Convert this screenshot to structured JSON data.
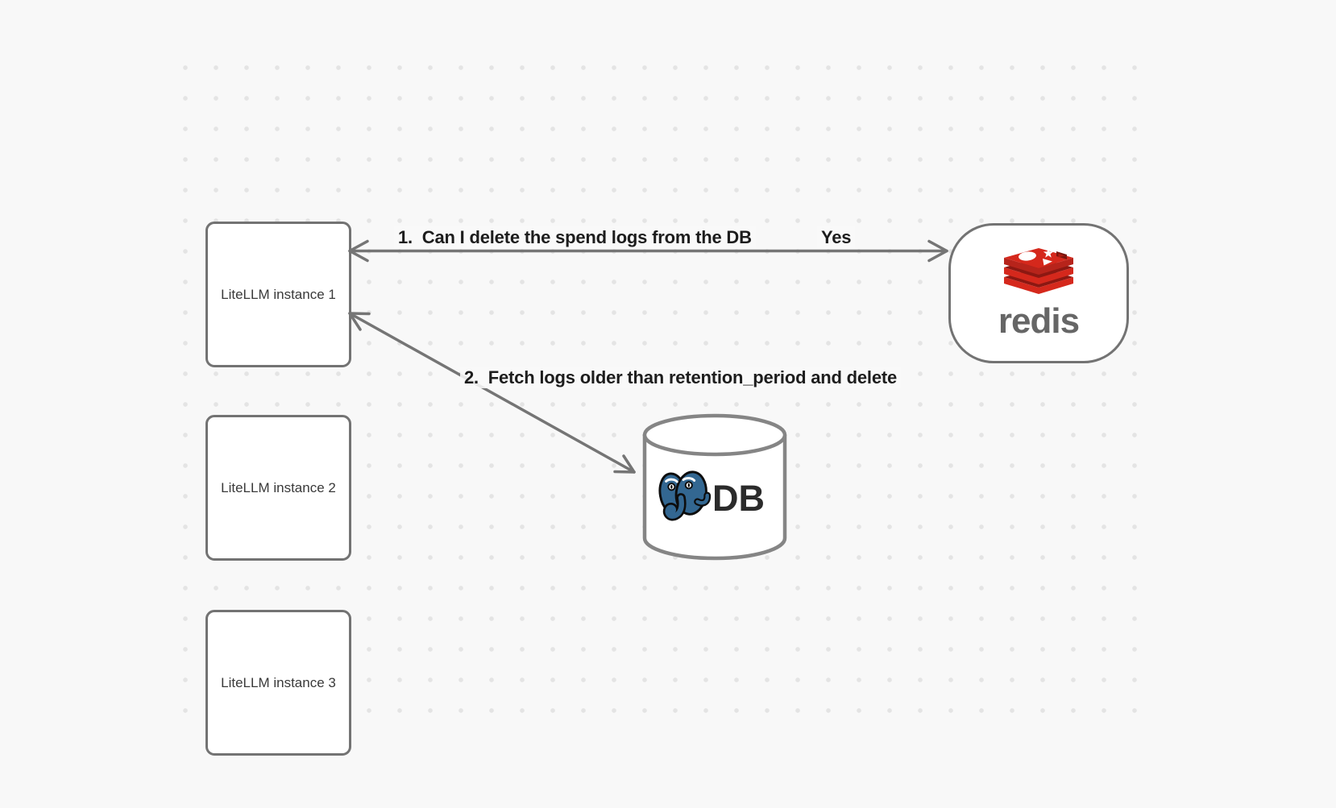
{
  "diagram": {
    "instances": [
      {
        "label": "LiteLLM instance 1"
      },
      {
        "label": "LiteLLM instance 2"
      },
      {
        "label": "LiteLLM instance 3"
      }
    ],
    "redis": {
      "wordmark": "redis"
    },
    "database": {
      "label": "DB"
    },
    "edges": {
      "ask_redis": {
        "label": "1.  Can I delete the spend logs from the DB",
        "response": "Yes"
      },
      "fetch_db": {
        "label": "2.  Fetch logs older than retention_period and delete"
      }
    }
  },
  "colors": {
    "background": "#f8f8f8",
    "dot": "#e4e4e4",
    "stroke": "#737373",
    "box_fill": "#ffffff",
    "box_text": "#3a3a3a",
    "label_text": "#1d1d1d",
    "redis_red": "#d5281c",
    "redis_red_dark": "#a41e11",
    "redis_wordmark": "#666666",
    "postgres_blue": "#336791",
    "db_text": "#2b2b2b"
  }
}
